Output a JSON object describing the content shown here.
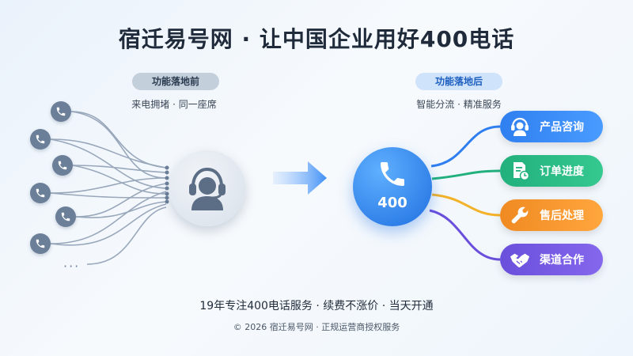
{
  "title": "宿迁易号网 · 让中国企业用好400电话",
  "before": {
    "label": "功能落地前",
    "subtitle": "来电拥堵 · 同一座席",
    "more": "···"
  },
  "after": {
    "label": "功能落地后",
    "subtitle": "智能分流 · 精准服务",
    "hub_number": "400"
  },
  "services": [
    {
      "label": "产品咨询",
      "icon": "headset-icon",
      "color": "#2f7ff0"
    },
    {
      "label": "订单进度",
      "icon": "document-clock-icon",
      "color": "#22b07d"
    },
    {
      "label": "售后处理",
      "icon": "wrench-icon",
      "color": "#f08a22"
    },
    {
      "label": "渠道合作",
      "icon": "handshake-icon",
      "color": "#6a4fdc"
    }
  ],
  "footer": {
    "line1": "19年专注400电话服务 · 续费不涨价 · 当天开通",
    "line2": "© 2026 宿迁易号网 · 正规运营商授权服务"
  }
}
